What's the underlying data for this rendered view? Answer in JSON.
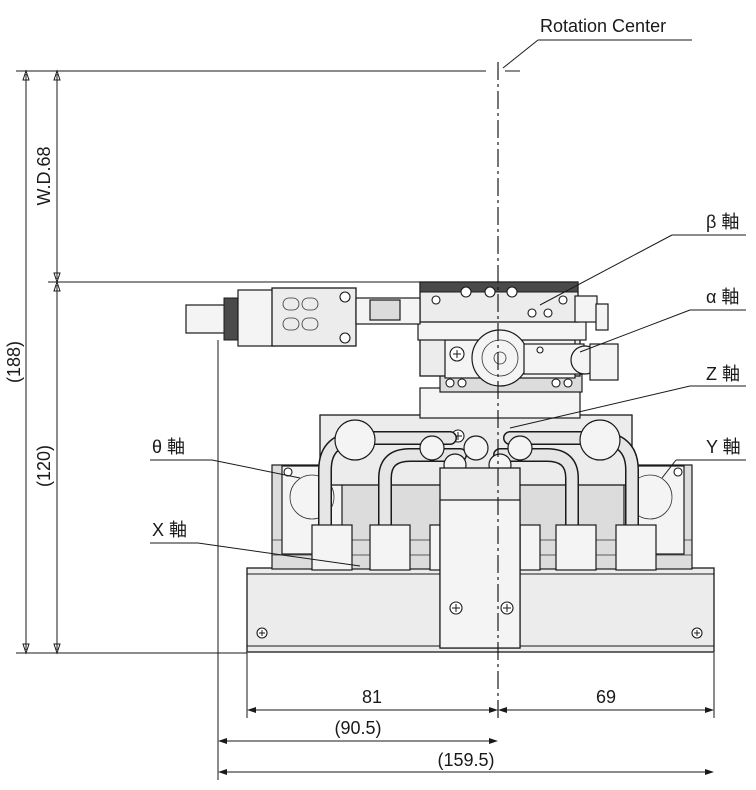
{
  "labels": {
    "rotation_center": "Rotation Center",
    "beta_axis": "β 軸",
    "alpha_axis": "α 軸",
    "z_axis": "Z 軸",
    "theta_axis": "θ 軸",
    "y_axis": "Y 軸",
    "x_axis": "X 軸"
  },
  "dimensions": {
    "working_distance": "W.D.68",
    "total_height": "(188)",
    "base_height": "(120)",
    "left_width": "81",
    "right_width": "69",
    "left_overall": "(90.5)",
    "total_width": "(159.5)"
  }
}
